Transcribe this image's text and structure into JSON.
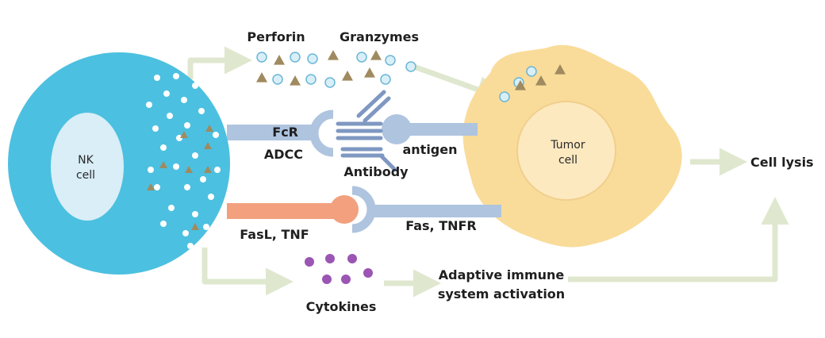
{
  "labels": {
    "nk_cell": [
      "NK",
      "cell"
    ],
    "tumor_cell": [
      "Tumor",
      "cell"
    ],
    "perforin": "Perforin",
    "granzymes": "Granzymes",
    "fcr": "FcR",
    "adcc": "ADCC",
    "antibody": "Antibody",
    "antigen": "antigen",
    "fasl_tnf": "FasL, TNF",
    "fas_tnfr": "Fas, TNFR",
    "cell_lysis": "Cell lysis",
    "cytokines": "Cytokines",
    "adaptive": [
      "Adaptive immune",
      "system activation"
    ]
  },
  "colors": {
    "nk_cell": "#4cc0e0",
    "nk_nucleus": "#d9eef7",
    "tumor_cell": "#f9dc9a",
    "tumor_nucleus": "#fde9c0",
    "receptor": "#aec4df",
    "fasl": "#f2a07d",
    "antibody": "#7f98c2",
    "arrow": "#dfe8cf",
    "granule_circle": "#d8eff8",
    "granule_triangle": "#a08a5f",
    "cytokine": "#9b55b3"
  }
}
